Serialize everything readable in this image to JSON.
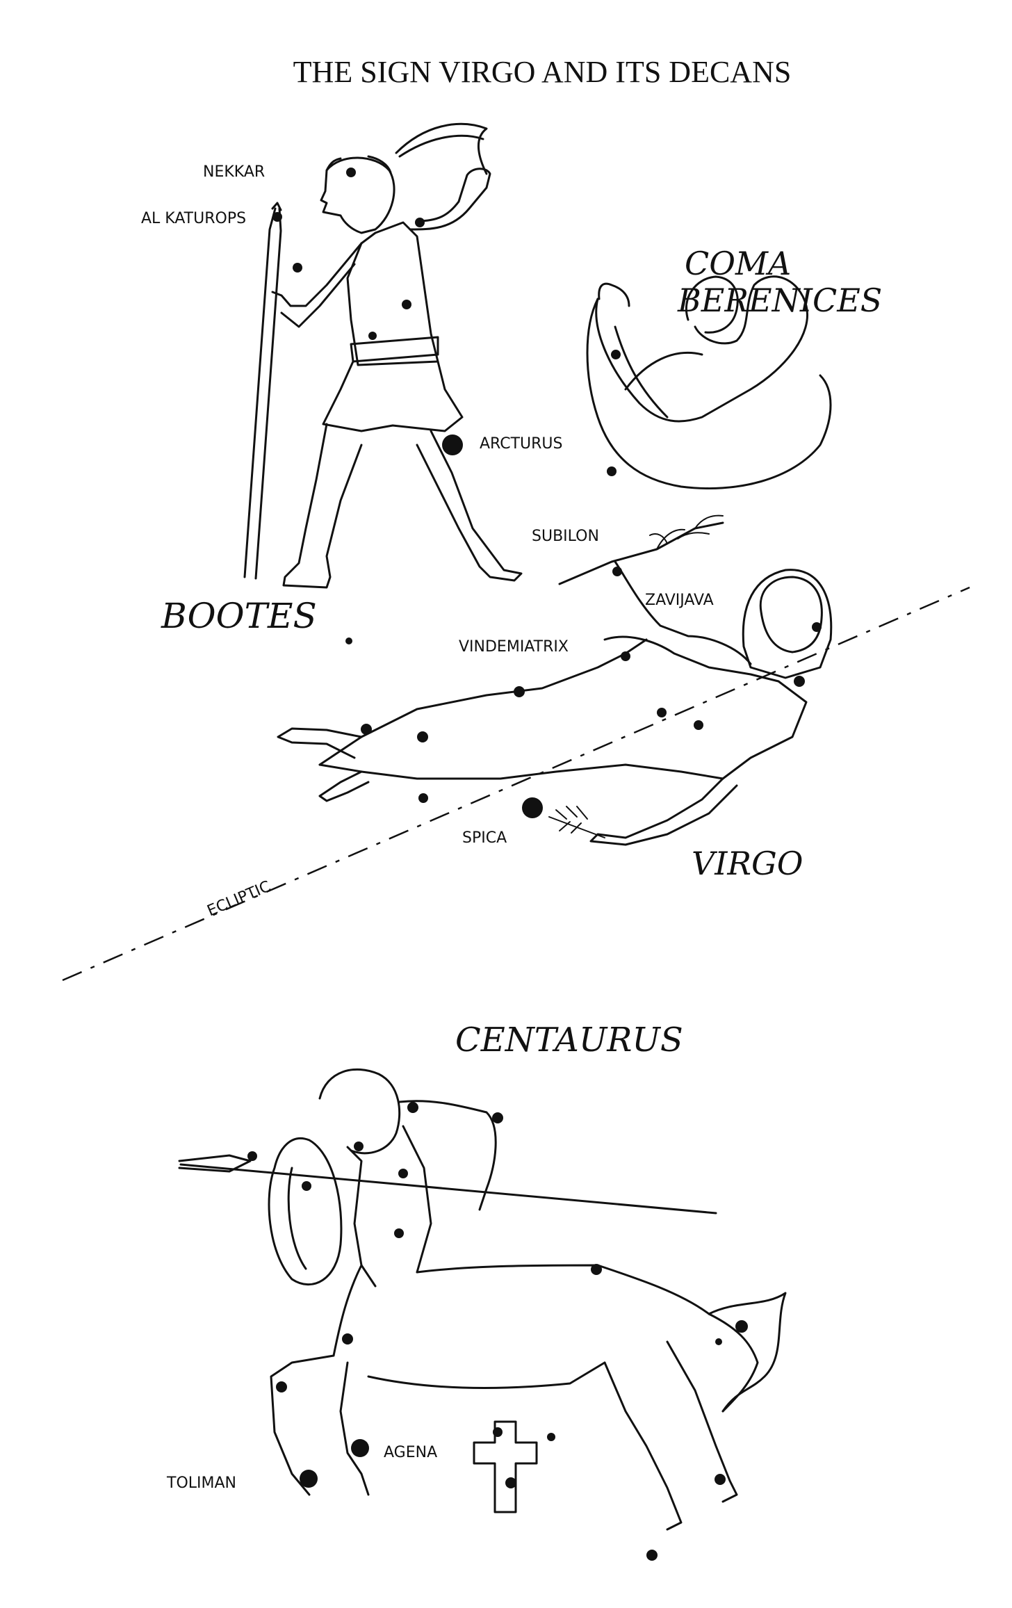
{
  "title": "THE SIGN VIRGO AND ITS DECANS",
  "constellations": {
    "bootes": "BOOTES",
    "coma_berenices_line1": "COMA",
    "coma_berenices_line2": "BERENICES",
    "virgo": "VIRGO",
    "centaurus": "CENTAURUS"
  },
  "stars": {
    "nekkar": "NEKKAR",
    "al_katurops": "AL KATUROPS",
    "arcturus": "ARCTURUS",
    "subilon": "SUBILON",
    "zavijava": "ZAVIJAVA",
    "vindemiatrix": "VINDEMIATRIX",
    "spica": "SPICA",
    "agena": "AGENA",
    "toliman": "TOLIMAN"
  },
  "ecliptic_label": "ECLIPTIC"
}
